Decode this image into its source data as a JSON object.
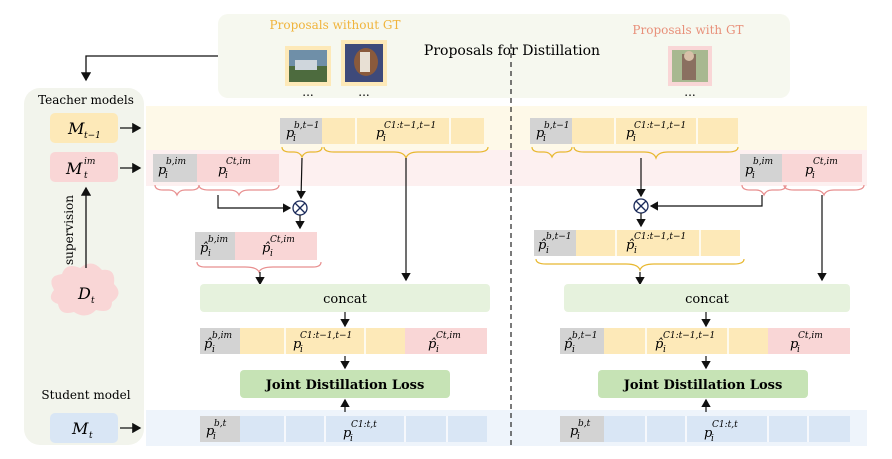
{
  "header": {
    "proposals_without_gt": "Proposals without GT",
    "proposals_for_distillation": "Proposals for Distillation",
    "proposals_with_gt": "Proposals with GT",
    "ellipsis": "..."
  },
  "sidebar": {
    "teacher_models": "Teacher models",
    "student_model": "Student model",
    "supervision": "supervision",
    "teacher_prev": "M",
    "teacher_prev_sub": "t−1",
    "teacher_im": "M",
    "teacher_im_sub": "t",
    "teacher_im_sup": "im",
    "dataset": "D",
    "dataset_sub": "t",
    "student": "M",
    "student_sub": "t"
  },
  "left": {
    "p_b_prev": "p",
    "p_b_prev_sub": "i",
    "p_b_prev_sup": "b,t−1",
    "p_c_prev": "p",
    "p_c_prev_sub": "i",
    "p_c_prev_sup": "C1:t−1,t−1",
    "p_b_im": "p",
    "p_b_im_sub": "i",
    "p_b_im_sup": "b,im",
    "p_c_im": "p",
    "p_c_im_sub": "i",
    "p_c_im_sup": "Ct,im",
    "hat_b_im_sup": "b,im",
    "hat_c_im_sup": "Ct,im",
    "concat": "concat",
    "cat_b_im_sup": "b,im",
    "cat_c_prev_sup": "C1:t−1,t−1",
    "cat_c_im_sup": "Ct,im",
    "joint_loss": "Joint Distillation Loss",
    "student_b_sup": "b,t",
    "student_c_sup": "C1:t,t"
  },
  "right": {
    "p_b_prev_sup": "b,t−1",
    "p_c_prev_sup": "C1:t−1,t−1",
    "p_b_im_sup": "b,im",
    "p_c_im_sup": "Ct,im",
    "hat_b_prev_sup": "b,t−1",
    "hat_c_prev_sup": "C1:t−1,t−1",
    "concat": "concat",
    "cat_b_prev_sup": "b,t−1",
    "cat_c_prev_sup": "C1:t−1,t−1",
    "cat_c_im_sup": "Ct,im",
    "joint_loss": "Joint Distillation Loss",
    "student_b_sup": "b,t",
    "student_c_sup": "C1:t,t"
  },
  "colors": {
    "yellow_band": "#fef9e8",
    "pink_band": "#fdf0f0",
    "blue_band": "#eef4fb",
    "yellow_cell": "#fde9b8",
    "pink_cell": "#f9d6d6",
    "gray_cell": "#d3d3d3",
    "blue_cell": "#d9e6f5",
    "green_box": "#c6e3b5",
    "concat_box": "#e6f2dd",
    "brace": "#e8b830",
    "brace_pink": "#e88f8f",
    "orange_text": "#f0b43c",
    "salmon_text": "#e8907a"
  }
}
